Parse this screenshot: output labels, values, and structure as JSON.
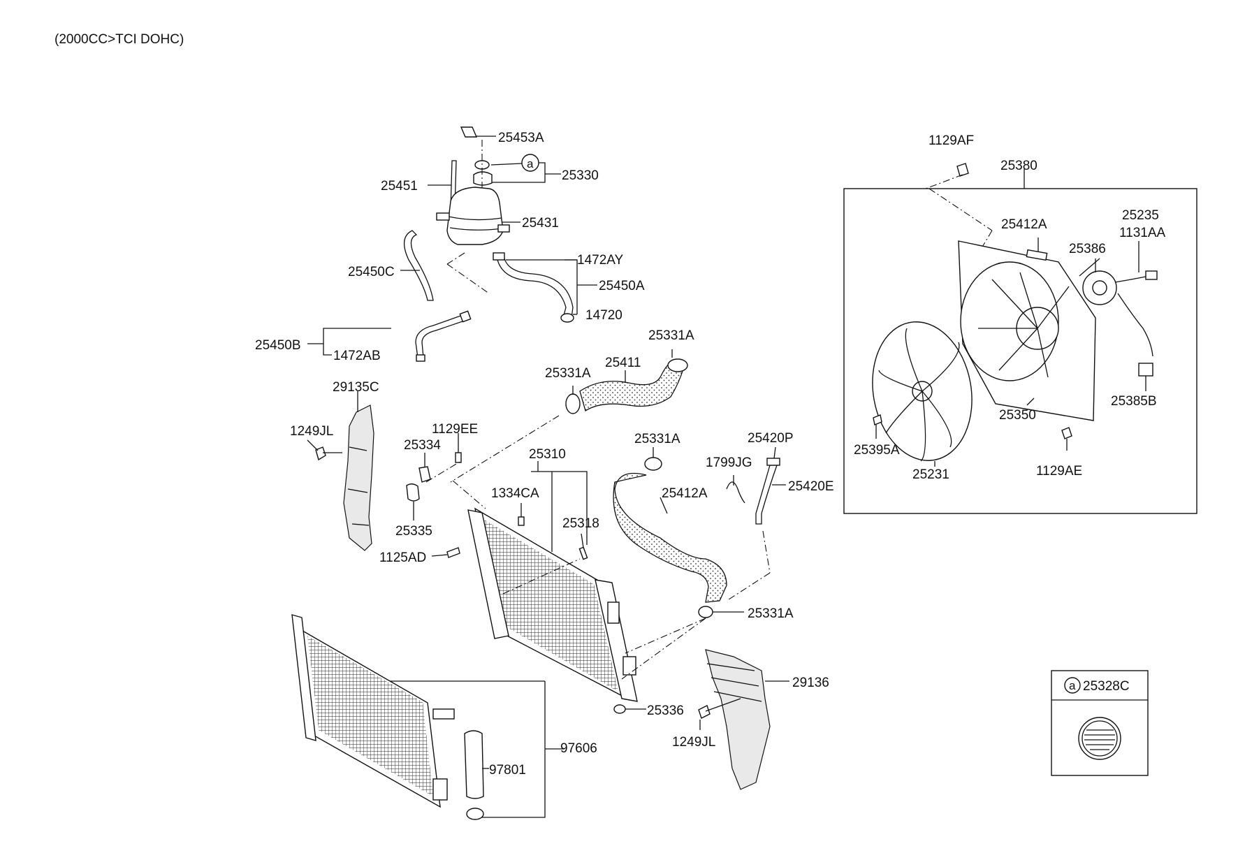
{
  "title": "(2000CC>TCI DOHC)",
  "labels": {
    "p25453A": "25453A",
    "p25330": "25330",
    "p25451": "25451",
    "p25431": "25431",
    "p1472AY": "1472AY",
    "p25450C": "25450C",
    "p25450A": "25450A",
    "p14720": "14720",
    "p25450B": "25450B",
    "p1472AB": "1472AB",
    "p29135C": "29135C",
    "p1249JL_a": "1249JL",
    "p25334": "25334",
    "p1129EE": "1129EE",
    "p25331A_a": "25331A",
    "p25411": "25411",
    "p25331A_b": "25331A",
    "p25310": "25310",
    "p1334CA": "1334CA",
    "p25335": "25335",
    "p25318": "25318",
    "p1125AD": "1125AD",
    "p25331A_c": "25331A",
    "p25420P": "25420P",
    "p1799JG": "1799JG",
    "p25412A_a": "25412A",
    "p25420E": "25420E",
    "p25331A_d": "25331A",
    "p29136": "29136",
    "p25336": "25336",
    "p1249JL_b": "1249JL",
    "p97606": "97606",
    "p97801": "97801",
    "p1129AF": "1129AF",
    "p25380": "25380",
    "p25412A_b": "25412A",
    "p25235": "25235",
    "p1131AA": "1131AA",
    "p25386": "25386",
    "p25385B": "25385B",
    "p25350": "25350",
    "p25395A": "25395A",
    "p25231": "25231",
    "p1129AE": "1129AE",
    "callout_a": "a",
    "ref_a": "a",
    "p25328C": "25328C"
  }
}
